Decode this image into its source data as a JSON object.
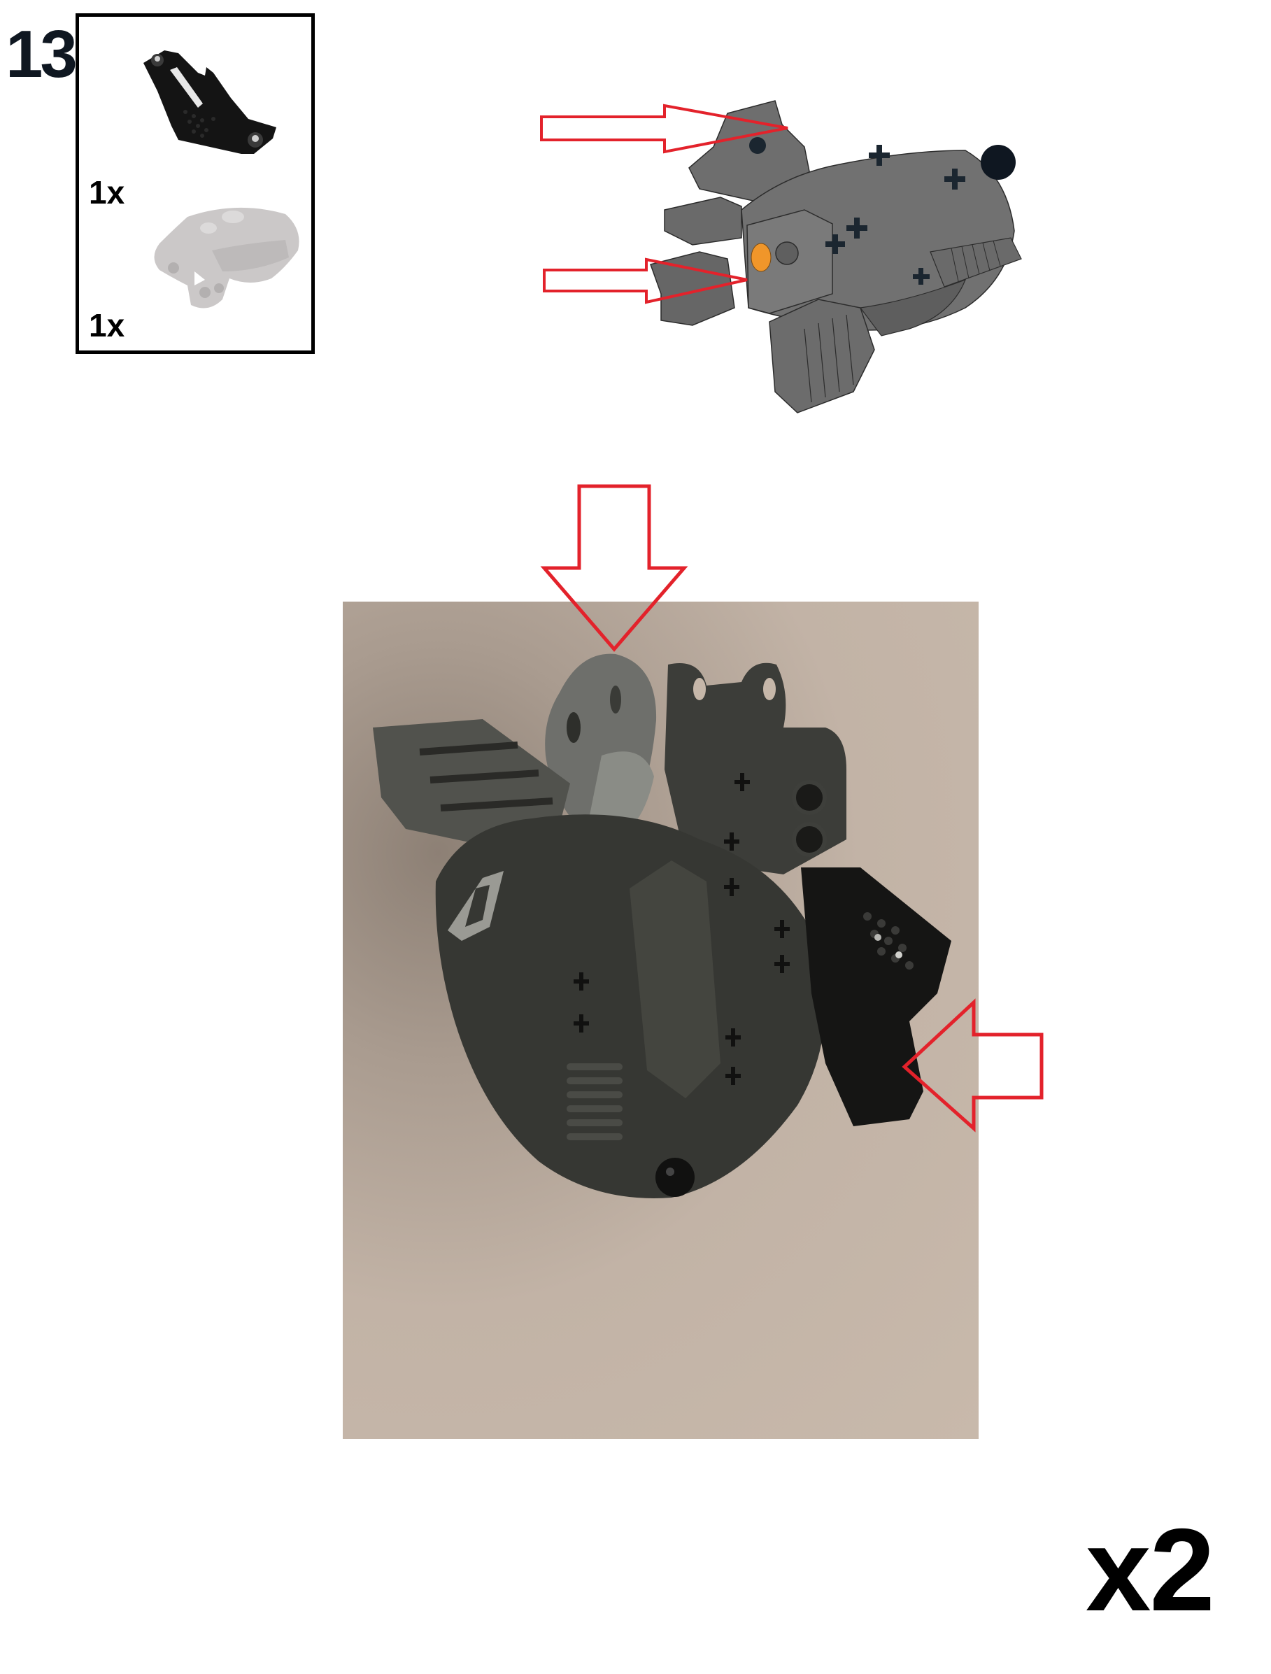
{
  "step": {
    "number": "13",
    "repeat_label": "x2"
  },
  "parts_list": {
    "items": [
      {
        "name": "black-armor-part-with-ball-joints",
        "color": "#1a1a1a",
        "quantity": "1x"
      },
      {
        "name": "light-grey-shell-part",
        "color": "#c8c6c6",
        "quantity": "1x"
      }
    ]
  },
  "diagram": {
    "model_color": "#6b6b6b",
    "highlight_pin_color": "#f0962a",
    "ball_color": "#0f1721",
    "arrows": [
      {
        "direction": "right",
        "label": "arrow-top"
      },
      {
        "direction": "right",
        "label": "arrow-bottom"
      }
    ]
  },
  "photo": {
    "background_color": "#c7b8aa",
    "arrows": [
      {
        "direction": "down",
        "label": "arrow-photo-top"
      },
      {
        "direction": "left",
        "label": "arrow-photo-right"
      }
    ]
  },
  "colors": {
    "arrow_stroke": "#e3222b",
    "text": "#000000",
    "step_number": "#0f1721"
  }
}
